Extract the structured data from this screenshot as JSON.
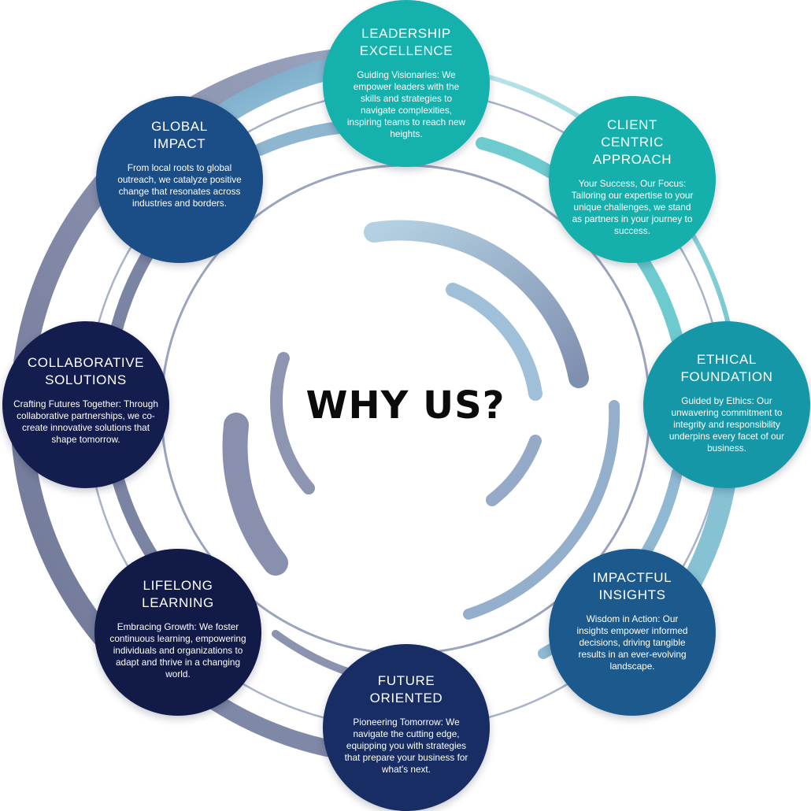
{
  "center": {
    "title": "WHY US?"
  },
  "nodes": [
    {
      "id": "leadership-excellence",
      "title": "LEADERSHIP\nEXCELLENCE",
      "text": "Guiding Visionaries: We empower leaders with the skills and strategies to navigate complexities, inspiring teams to reach new heights.",
      "color": "#14b1ad"
    },
    {
      "id": "client-centric-approach",
      "title": "CLIENT\nCENTRIC\nAPPROACH",
      "text": "Your Success, Our Focus: Tailoring our expertise to your unique challenges, we stand as partners in your journey to success.",
      "color": "#15b0ac"
    },
    {
      "id": "ethical-foundation",
      "title": "ETHICAL\nFOUNDATION",
      "text": "Guided by Ethics: Our unwavering commitment to integrity and responsibility underpins every facet of our business.",
      "color": "#1597a8"
    },
    {
      "id": "impactful-insights",
      "title": "IMPACTFUL\nINSIGHTS",
      "text": "Wisdom in Action: Our insights empower informed decisions, driving tangible results in an ever-evolving landscape.",
      "color": "#1c5a8e"
    },
    {
      "id": "future-oriented",
      "title": "FUTURE\nORIENTED",
      "text": "Pioneering Tomorrow: We navigate the cutting edge, equipping you with strategies that prepare your business for what's next.",
      "color": "#172d63"
    },
    {
      "id": "lifelong-learning",
      "title": "LIFELONG\nLEARNING",
      "text": "Embracing Growth: We foster continuous learning, empowering individuals and organizations to adapt and thrive in a changing world.",
      "color": "#121a47"
    },
    {
      "id": "collaborative-solutions",
      "title": "COLLABORATIVE\nSOLUTIONS",
      "text": "Crafting Futures Together: Through collaborative partnerships, we co-create innovative solutions that shape tomorrow.",
      "color": "#141e4e"
    },
    {
      "id": "global-impact",
      "title": "GLOBAL\nIMPACT",
      "text": "From local roots to global outreach, we catalyze positive change that resonates across industries and borders.",
      "color": "#1b4d86"
    }
  ],
  "colors": {
    "ring_teal": "#7ed3d6",
    "ring_blue": "#89b8d3",
    "ring_slate": "#848ca8"
  }
}
